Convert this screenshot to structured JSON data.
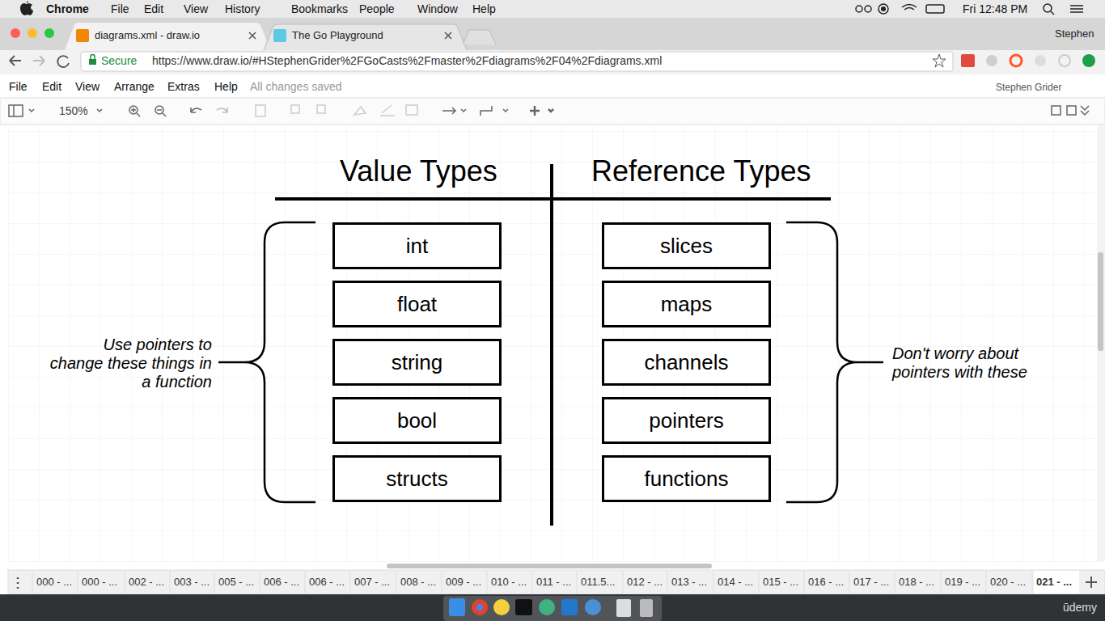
{
  "diagram": {
    "nodes": [
      {
        "text": [
          "int"
        ]
      },
      {
        "text": [
          "slices"
        ]
      },
      {
        "text": [
          "float"
        ]
      },
      {
        "text": [
          "maps"
        ]
      },
      {
        "text": [
          "string"
        ]
      },
      {
        "text": [
          "channels"
        ]
      },
      {
        "text": [
          "bool"
        ]
      },
      {
        "text": [
          "pointers"
        ]
      },
      {
        "text": [
          "structs"
        ]
      },
      {
        "text": [
          "functions"
        ]
      }
    ],
    "labels": [
      "Chrome",
      "File",
      "Edit",
      "View",
      "History",
      "Bookmarks",
      "People",
      "Window",
      "Help",
      "Fri 12:48 PM",
      "diagrams.xml - draw.io",
      "The Go Playground",
      "Stephen",
      "Secure",
      "https://www.draw.io/#HStephenGrider%2FGoCasts%2Fmaster%2Fdiagrams%2F04%2Fdiagrams.xml",
      "File",
      "Edit",
      "View",
      "Arrange",
      "Extras",
      "Help",
      "All changes saved",
      "Stephen Grider",
      "150%",
      "Value Types",
      "Reference Types",
      "Use pointers to change these things in a function",
      "Don't worry about pointers with these",
      "000 - ...",
      "000 - ...",
      "002 - ...",
      "003 - ...",
      "005 - ...",
      "006 - ...",
      "006 - ...",
      "007 - ...",
      "008 - ...",
      "009 - ...",
      "010 - ...",
      "011 - ...",
      "011.5...",
      "012 - ...",
      "013 - ...",
      "014 - ...",
      "015 - ...",
      "016 - ...",
      "017 - ...",
      "018 - ...",
      "019 - ...",
      "020 - ...",
      "021 - ...",
      "ūdemy"
    ]
  }
}
